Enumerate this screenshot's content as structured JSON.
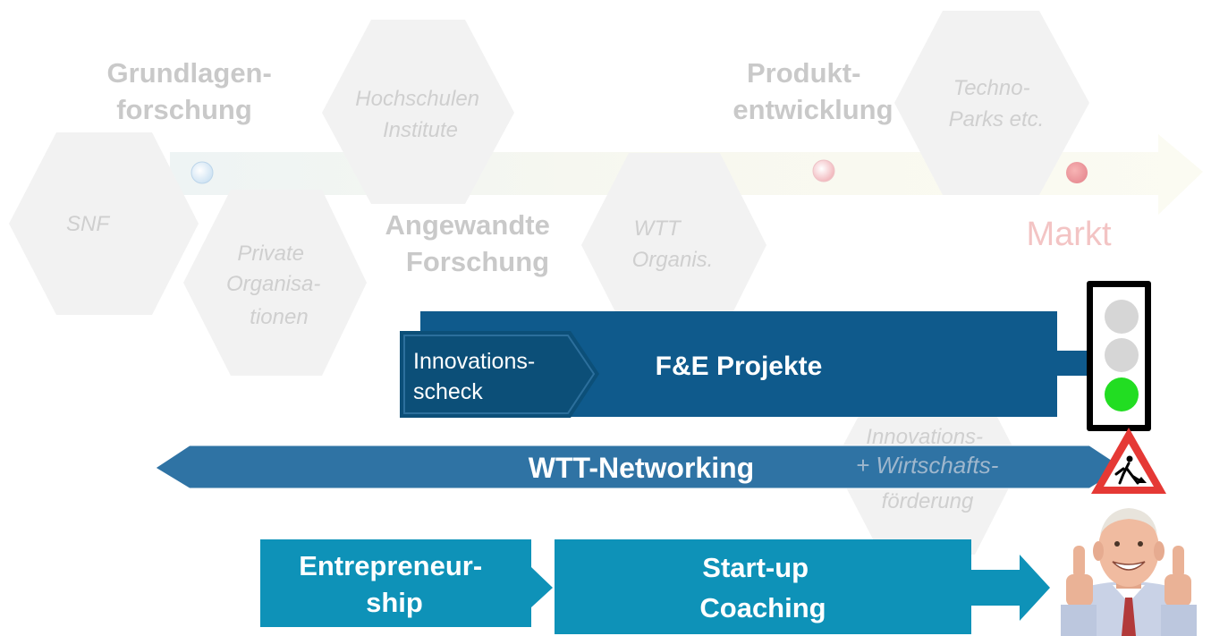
{
  "timeline": {
    "stage_grundlagen": [
      "Grundlagen-",
      "forschung"
    ],
    "stage_angewandte": [
      "Angewandte",
      "Forschung"
    ],
    "stage_produkt": [
      "Produkt-",
      "entwicklung"
    ],
    "markt": "Markt"
  },
  "hexagons": {
    "snf": [
      "SNF"
    ],
    "private": [
      "Private",
      "Organisa-",
      "tionen"
    ],
    "hochschulen": [
      "Hochschulen",
      "Institute"
    ],
    "wtt_organis": [
      "WTT",
      "Organis."
    ],
    "technoparks": [
      "Techno-",
      "Parks etc."
    ],
    "innovations_foerderung": [
      "Innovations-",
      "+ Wirtschafts-",
      "förderung"
    ]
  },
  "bars": {
    "innovationsscheck": [
      "Innovations-",
      "scheck"
    ],
    "fe_projekte": "F&E Projekte",
    "wtt_networking": "WTT-Networking",
    "entrepreneurship": [
      "Entrepreneur-",
      "ship"
    ],
    "startup_coaching": [
      "Start-up",
      "Coaching"
    ]
  },
  "colors": {
    "fe_bar": "#0f5a8c",
    "scheck_box": "#0c4f78",
    "networking_bar": "#2f73a4",
    "startup_boxes": "#0e92b8",
    "hexagon_fill": "#f2f2f2",
    "markt_text": "#f3c4c4",
    "traffic_light_green": "#22dd22"
  },
  "icons": {
    "traffic_light": "traffic-light-icon",
    "roadwork_sign": "roadwork-warning-icon",
    "thumbs_up_man": "thumbs-up-photo"
  }
}
